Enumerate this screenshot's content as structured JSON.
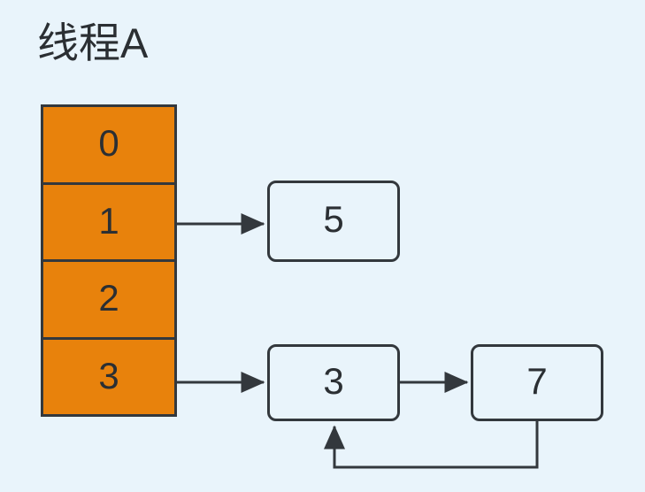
{
  "diagram": {
    "title": "线程A",
    "background_color": "#e9f4fb",
    "stroke_color": "#33383d",
    "bucket_color": "#e8820c",
    "node_fill_color": "#e9f4fb",
    "text_color": "#2b2f33",
    "bucket_array": {
      "name": "hash-bucket-array",
      "cells": [
        {
          "index": "0",
          "label": "0"
        },
        {
          "index": "1",
          "label": "1"
        },
        {
          "index": "2",
          "label": "2"
        },
        {
          "index": "3",
          "label": "3"
        }
      ]
    },
    "nodes": [
      {
        "id": "node-5",
        "label": "5"
      },
      {
        "id": "node-3",
        "label": "3"
      },
      {
        "id": "node-7",
        "label": "7"
      }
    ],
    "edges": [
      {
        "from": "bucket-1",
        "to": "node-5",
        "kind": "straight-arrow"
      },
      {
        "from": "bucket-3",
        "to": "node-3",
        "kind": "straight-arrow"
      },
      {
        "from": "node-3",
        "to": "node-7",
        "kind": "straight-arrow"
      },
      {
        "from": "node-7",
        "to": "node-3",
        "kind": "loop-back-arrow"
      }
    ]
  }
}
